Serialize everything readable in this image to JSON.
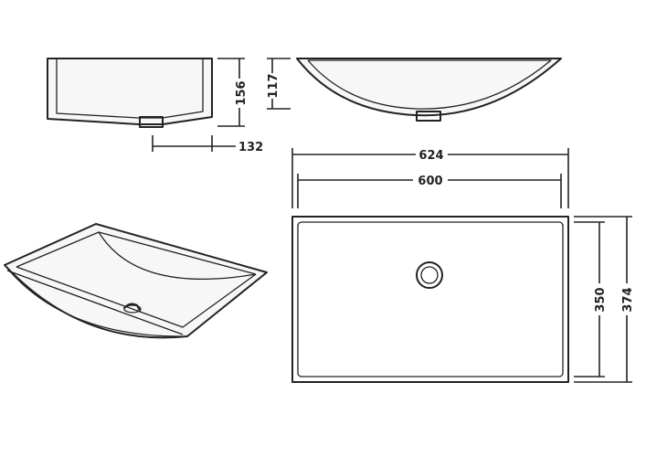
{
  "colors": {
    "line": "#222222",
    "background": "#ffffff"
  },
  "dimensions": {
    "outer_width": "624",
    "inner_width": "600",
    "side_depth": "156",
    "front_depth": "117",
    "side_width": "132",
    "inner_length": "350",
    "outer_length": "374"
  }
}
